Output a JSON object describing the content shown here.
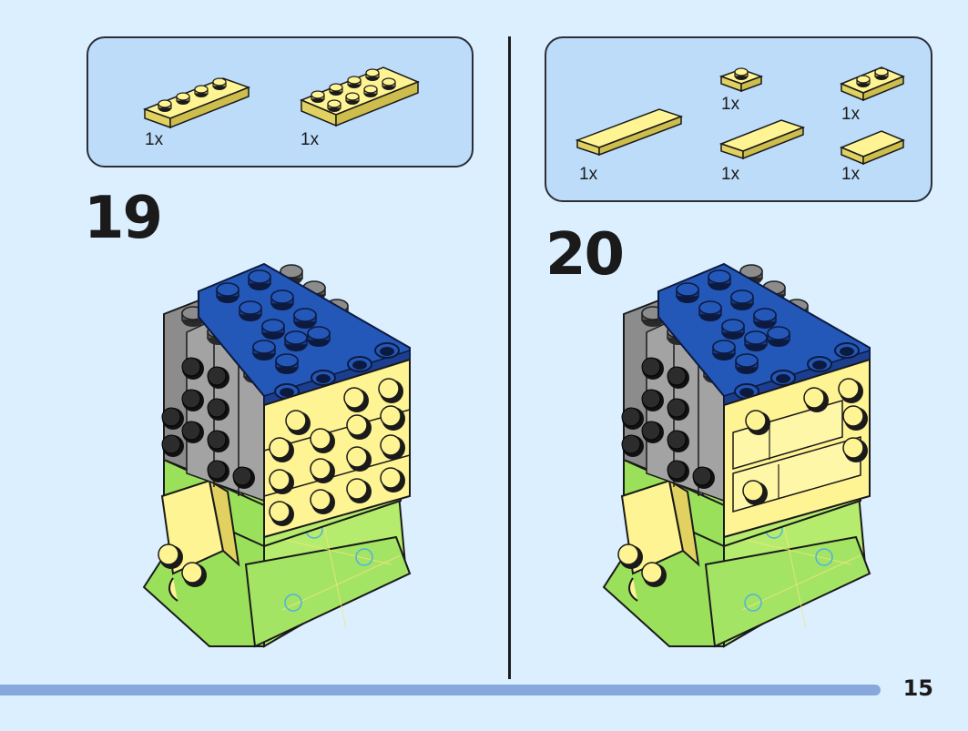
{
  "colors": {
    "background": "#dcefff",
    "parts_box": "#bcdcfa",
    "yellow": "#fff494",
    "blue": "#2458b8",
    "gray": "#8c8c8c",
    "lime": "#9ae05a",
    "progress": "#87a8dc"
  },
  "step19": {
    "number": "19",
    "parts": [
      {
        "icon": "plate-1x4-yellow-icon",
        "qty": "1x"
      },
      {
        "icon": "plate-2x4-yellow-icon",
        "qty": "1x"
      }
    ]
  },
  "step20": {
    "number": "20",
    "parts": [
      {
        "icon": "tile-1x4-yellow-icon",
        "qty": "1x"
      },
      {
        "icon": "plate-1x1-yellow-icon",
        "qty": "1x"
      },
      {
        "icon": "tile-1x3-yellow-icon",
        "qty": "1x"
      },
      {
        "icon": "plate-1x2-yellow-icon",
        "qty": "1x"
      },
      {
        "icon": "tile-1x2-yellow-icon",
        "qty": "1x"
      }
    ]
  },
  "page": {
    "number": "15",
    "progress": 0.91
  }
}
